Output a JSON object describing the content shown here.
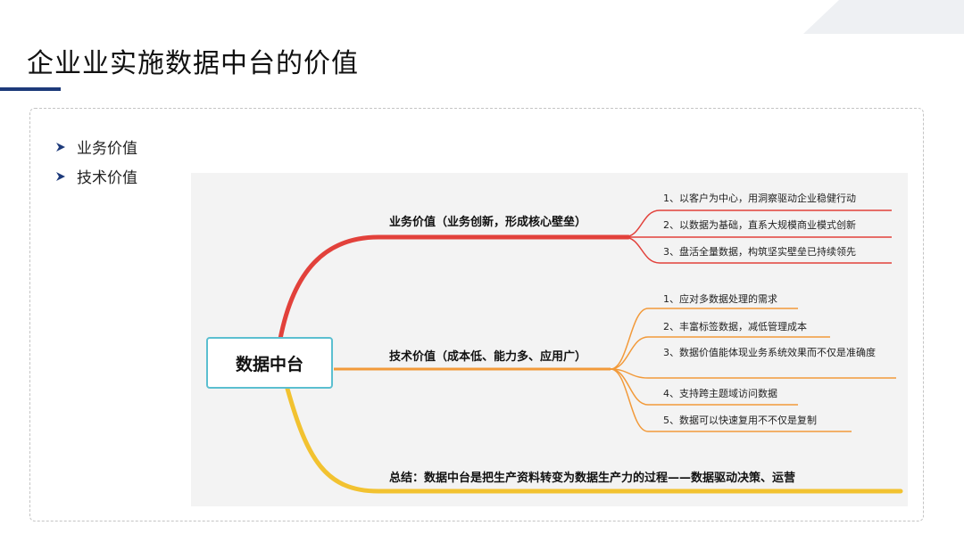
{
  "slide": {
    "title": "企业业实施数据中台的价值"
  },
  "bullets": [
    {
      "label": "业务价值"
    },
    {
      "label": "技术价值"
    }
  ],
  "mindmap": {
    "root": "数据中台",
    "branches": [
      {
        "label": "业务价值（业务创新，形成核心壁垒）",
        "color": "#e2413b",
        "leaves": [
          "1、以客户为中心，用洞察驱动企业稳健行动",
          "2、以数据为基础，直系大规模商业模式创新",
          "3、盘活全量数据，构筑坚实壁垒已持续领先"
        ]
      },
      {
        "label": "技术价值（成本低、能力多、应用广）",
        "color": "#f29a3a",
        "leaves": [
          "1、应对多数据处理的需求",
          "2、丰富标签数据，减低管理成本",
          "3、数据价值能体现业务系统效果而不仅是准确度",
          "4、支持跨主题域访问数据",
          "5、数据可以快速复用不不仅是复制"
        ]
      },
      {
        "label": "总结：数据中台是把生产资料转变为数据生产力的过程——数据驱动决策、运营",
        "color": "#f2c230"
      }
    ]
  },
  "colors": {
    "title_underline": "#1d3a7a",
    "root_border": "#5bbfd0",
    "bullet_arrow": "#1d3a7a"
  }
}
